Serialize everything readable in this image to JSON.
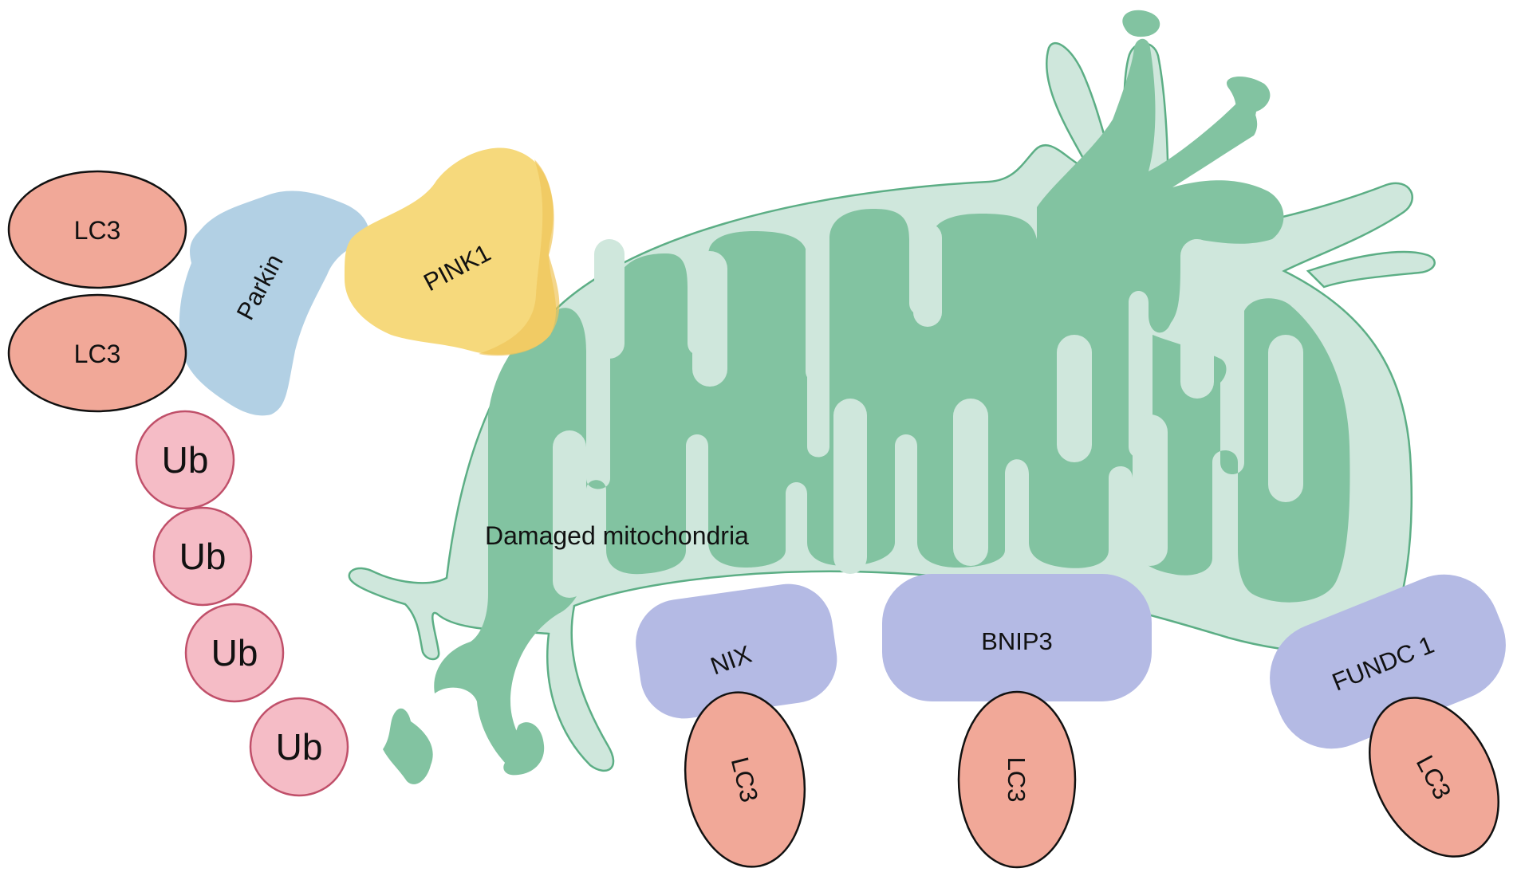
{
  "labels": {
    "mito": "Damaged mitochondria",
    "pink1": "PINK1",
    "parkin": "Parkin",
    "lc3": "LC3",
    "ub": "Ub",
    "nix": "NIX",
    "bnip3": "BNIP3",
    "fundc1": "FUNDC 1"
  },
  "colors": {
    "mito_outer": "#cfe7dc",
    "mito_inner": "#82c3a1",
    "mito_stroke": "#5cae85",
    "lc3_fill": "#f1a898",
    "ub_fill": "#f5bcc6",
    "ub_stroke": "#c0506a",
    "parkin_fill": "#b2d0e4",
    "pink1_fill": "#f6d97c",
    "receptor_fill": "#b4bae4"
  }
}
